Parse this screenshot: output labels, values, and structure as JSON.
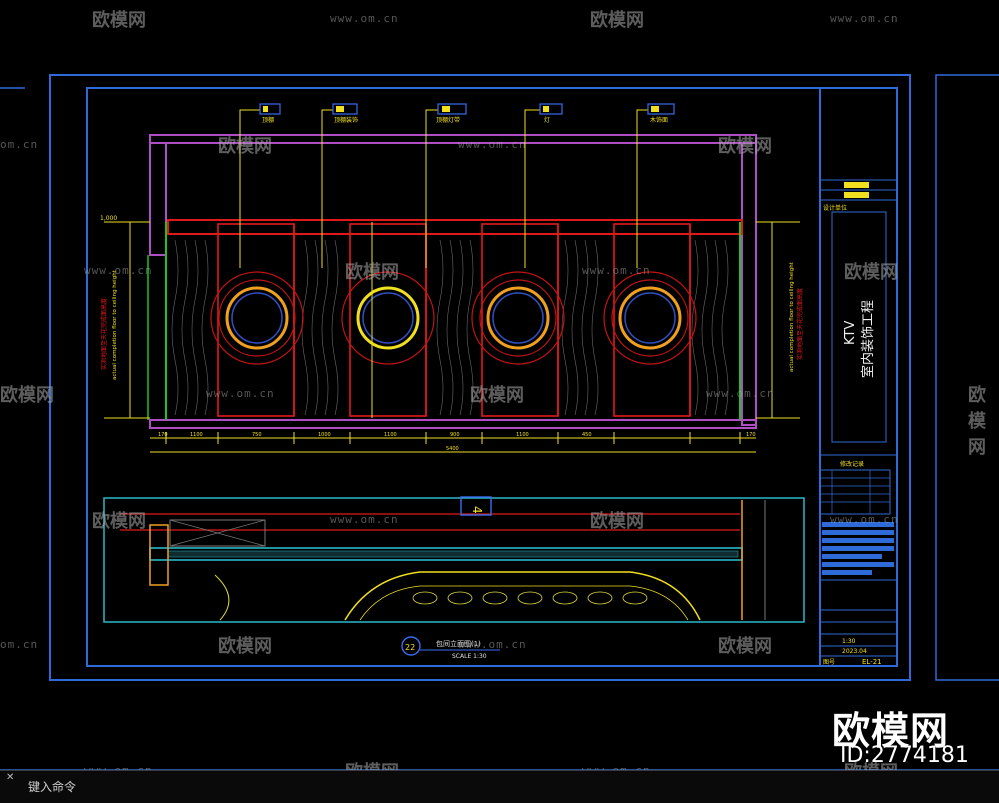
{
  "drawing": {
    "ceiling_labels": [
      "顶棚",
      "顶棚装饰",
      "顶棚灯带",
      "灯",
      "木饰面"
    ],
    "left_dim_label_vertical": "实测地面至天花完成面高度",
    "left_dim_label_en": "actual completion floor to ceiling height",
    "right_dim_label_vertical": "实测地面至天花完成面高度",
    "right_dim_label_en": "actual completion floor to ceiling height",
    "top_dim_left": "1,000",
    "bottom_dims": [
      "170",
      "1100",
      "750",
      "1000",
      "1100",
      "900",
      "1100",
      "450",
      "170"
    ],
    "total_dim": "5400",
    "section_mark_number": "4",
    "section_title": "包间立面图(1)",
    "section_scale": "SCALE 1:30",
    "section_circle_number": "22"
  },
  "title_block": {
    "project_title_line1": "KTV",
    "project_title_line2": "室内装饰工程",
    "header_label": "设计单位",
    "revision_label": "修改记录",
    "scale_value": "1:30",
    "date_value": "2023.04",
    "drawing_no": "EL-21",
    "sheet_name_label": "图号"
  },
  "command_line": {
    "prompt": "键入命令",
    "close_glyph": "✕"
  },
  "watermarks": {
    "logo_text": "欧模网",
    "url_text": "www.om.cn",
    "url_short": "om.cn",
    "brand_big": "欧模网",
    "id_text": "ID:2774181"
  }
}
